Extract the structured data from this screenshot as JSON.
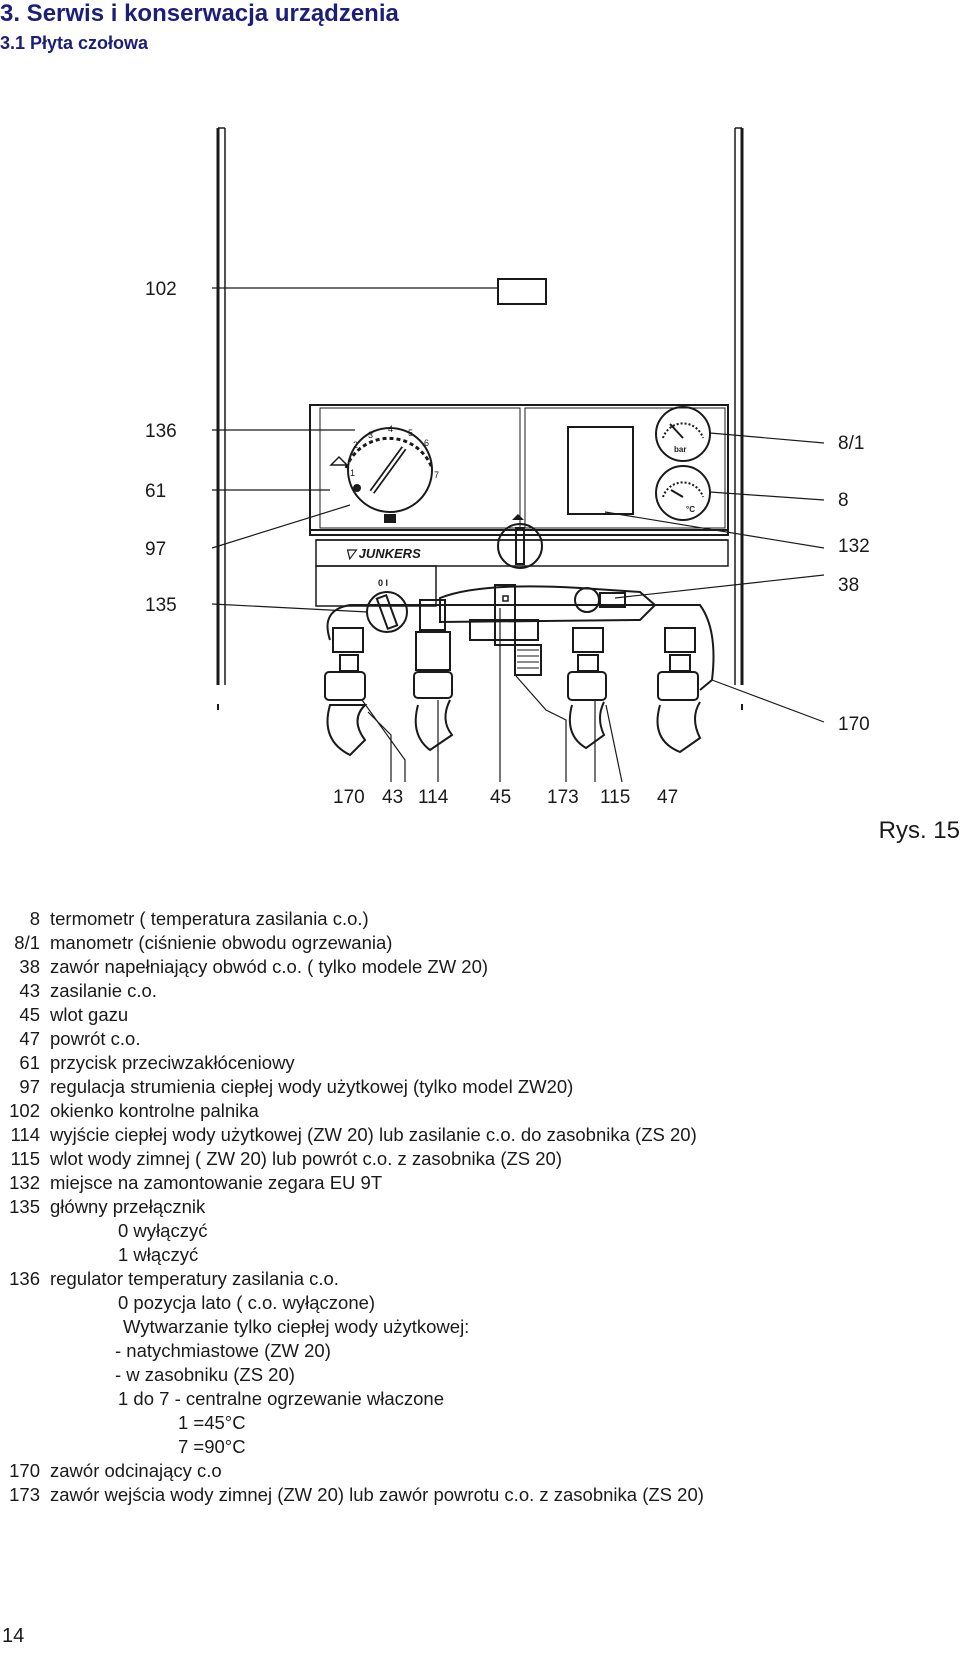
{
  "heading": {
    "title": "3. Serwis i konserwacja urządzenia",
    "subtitle": "3.1 Płyta czołowa"
  },
  "figure": {
    "caption": "Rys. 15",
    "labels": {
      "l102": "102",
      "l136": "136",
      "l61": "61",
      "l97": "97",
      "l135": "135",
      "l81": "8/1",
      "l8": "8",
      "l132": "132",
      "l38": "38",
      "l170r": "170",
      "b170": "170",
      "b43": "43",
      "b114": "114",
      "b45": "45",
      "b173": "173",
      "b115": "115",
      "b47": "47"
    },
    "dial_marks": [
      "1",
      "2",
      "3",
      "4",
      "5",
      "6",
      "7"
    ],
    "switch_marks": "0 I"
  },
  "legend": {
    "items": [
      {
        "num": "8",
        "text": "termometr ( temperatura zasilania c.o.)"
      },
      {
        "num": "8/1",
        "text": "manometr (ciśnienie obwodu ogrzewania)"
      },
      {
        "num": "38",
        "text": "zawór napełniający obwód c.o. ( tylko modele ZW 20)"
      },
      {
        "num": "43",
        "text": "zasilanie c.o."
      },
      {
        "num": "45",
        "text": "wlot gazu"
      },
      {
        "num": "47",
        "text": "powrót c.o."
      },
      {
        "num": "61",
        "text": "przycisk przeciwzakłóceniowy"
      },
      {
        "num": "97",
        "text": "regulacja strumienia ciepłej wody użytkowej (tylko model ZW20)"
      },
      {
        "num": "102",
        "text": "okienko kontrolne palnika"
      },
      {
        "num": "114",
        "text": "wyjście ciepłej wody użytkowej (ZW 20) lub zasilanie c.o. do zasobnika (ZS 20)"
      },
      {
        "num": "115",
        "text": "wlot wody zimnej ( ZW 20) lub powrót c.o. z zasobnika (ZS 20)"
      },
      {
        "num": "132",
        "text": "miejsce na zamontowanie zegara EU 9T"
      },
      {
        "num": "135",
        "text": "główny przełącznik"
      },
      {
        "num": "",
        "text": "0  wyłączyć",
        "indent": 1
      },
      {
        "num": "",
        "text": "1  włączyć",
        "indent": 1
      },
      {
        "num": "136",
        "text": "regulator temperatury zasilania c.o."
      },
      {
        "num": "",
        "text": "0  pozycja lato ( c.o. wyłączone)",
        "indent": 1
      },
      {
        "num": "",
        "text": "Wytwarzanie tylko ciepłej wody użytkowej:",
        "indent": 2
      },
      {
        "num": "",
        "text": "- natychmiastowe (ZW 20)",
        "indent": 3
      },
      {
        "num": "",
        "text": "- w zasobniku (ZS 20)",
        "indent": 3
      },
      {
        "num": "",
        "text": "1 do 7 - centralne ogrzewanie właczone",
        "indent": 4
      },
      {
        "num": "",
        "text": "1 =45°C",
        "indent": 5
      },
      {
        "num": "",
        "text": "7 =90°C",
        "indent": 5
      },
      {
        "num": "170",
        "text": "zawór odcinający c.o"
      },
      {
        "num": "173",
        "text": "zawór wejścia wody zimnej (ZW 20) lub zawór powrotu c.o. z zasobnika (ZS 20)"
      }
    ]
  },
  "footer": {
    "page_number": "14"
  }
}
